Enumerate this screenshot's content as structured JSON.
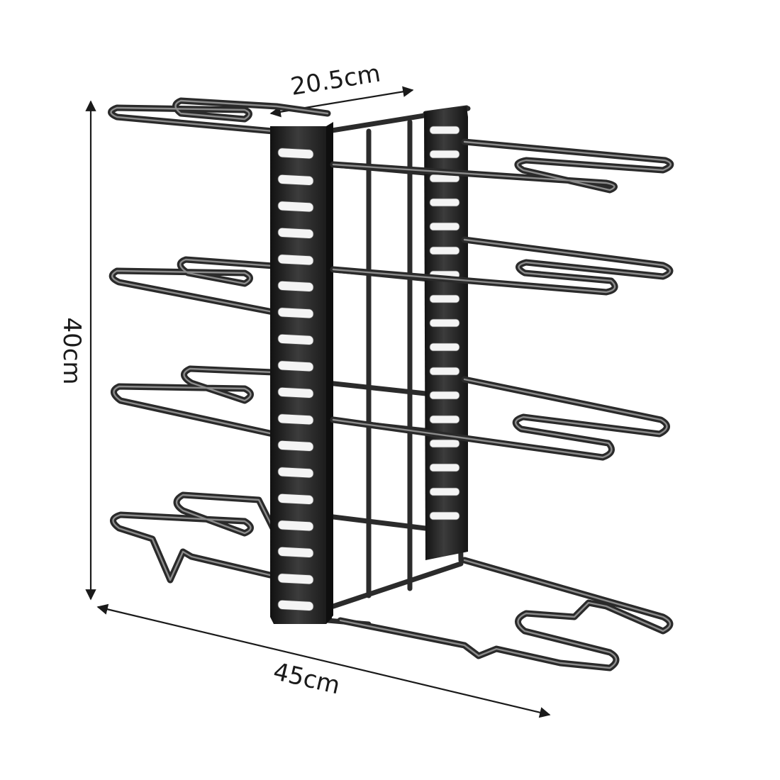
{
  "product": {
    "name_icon": "pan-organizer-rack"
  },
  "dimensions": {
    "width_label": "20.5cm",
    "height_label": "40cm",
    "length_label": "45cm"
  },
  "colors": {
    "background": "#ffffff",
    "metal": "#2a2a2a",
    "dimension_line": "#1a1a1a"
  },
  "rack": {
    "tiers": 4,
    "slots_per_post": 18
  }
}
